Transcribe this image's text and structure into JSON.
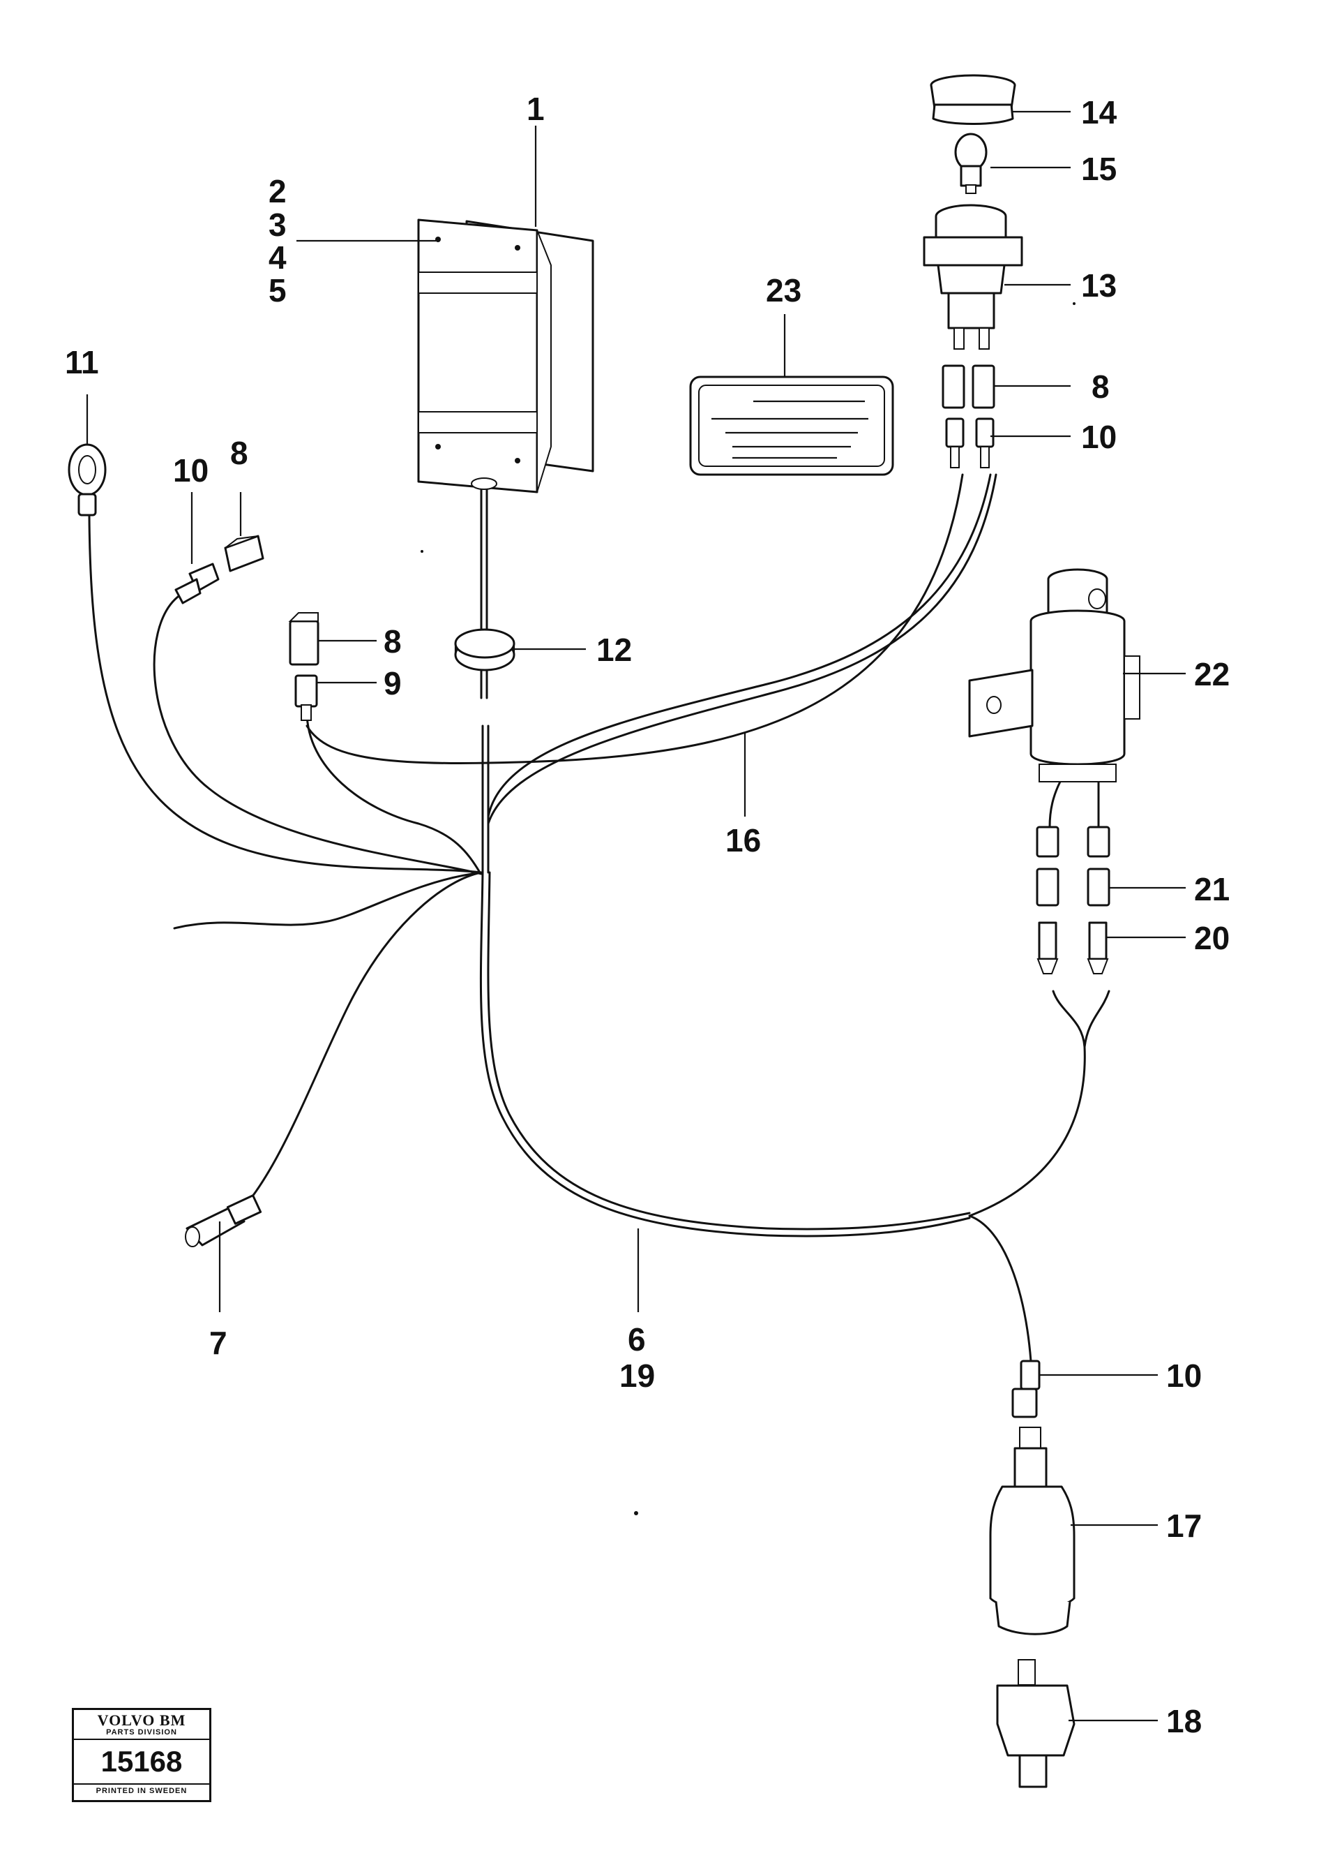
{
  "callouts": {
    "c1": "1",
    "c2": "2",
    "c3": "3",
    "c4": "4",
    "c5": "5",
    "c6": "6",
    "c7": "7",
    "c8a": "8",
    "c8b": "8",
    "c8c": "8",
    "c9": "9",
    "c10a": "10",
    "c10b": "10",
    "c10c": "10",
    "c11": "11",
    "c12": "12",
    "c13": "13",
    "c14": "14",
    "c15": "15",
    "c16": "16",
    "c17": "17",
    "c18": "18",
    "c19": "19",
    "c20": "20",
    "c21": "21",
    "c22": "22",
    "c23": "23"
  },
  "stamp": {
    "brand": "VOLVO BM",
    "division": "PARTS DIVISION",
    "number": "15168",
    "printed": "PRINTED IN SWEDEN"
  }
}
